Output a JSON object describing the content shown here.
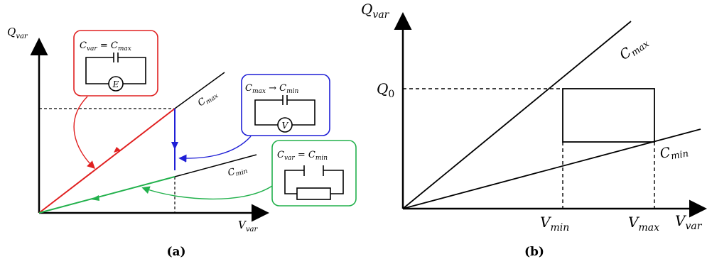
{
  "panel_a": {
    "caption": "(a)",
    "y_axis": {
      "base": "Q",
      "sub": "var"
    },
    "x_axis": {
      "base": "V",
      "sub": "var"
    },
    "line_max": {
      "base": "C",
      "sub": "max"
    },
    "line_min": {
      "base": "C",
      "sub": "min"
    },
    "box_red": {
      "lhs_base": "C",
      "lhs_sub": "var",
      "op": " = ",
      "rhs_base": "C",
      "rhs_sub": "max",
      "element": "E"
    },
    "box_blue": {
      "lhs_base": "C",
      "lhs_sub": "max",
      "op": " → ",
      "rhs_base": "C",
      "rhs_sub": "min",
      "element": "V"
    },
    "box_green": {
      "lhs_base": "C",
      "lhs_sub": "var",
      "op": " = ",
      "rhs_base": "C",
      "rhs_sub": "min"
    },
    "colors": {
      "red": "#e02020",
      "blue": "#1f1fd6",
      "green": "#22b14c",
      "black": "#000000"
    }
  },
  "panel_b": {
    "caption": "(b)",
    "y_axis": {
      "base": "Q",
      "sub": "var"
    },
    "x_axis": {
      "base": "V",
      "sub": "var"
    },
    "q0": {
      "base": "Q",
      "sub": "0"
    },
    "vmin": {
      "base": "V",
      "sub": "min"
    },
    "vmax": {
      "base": "V",
      "sub": "max"
    },
    "line_max": {
      "base": "C",
      "sub": "max"
    },
    "line_min": {
      "base": "C",
      "sub": "min"
    }
  }
}
